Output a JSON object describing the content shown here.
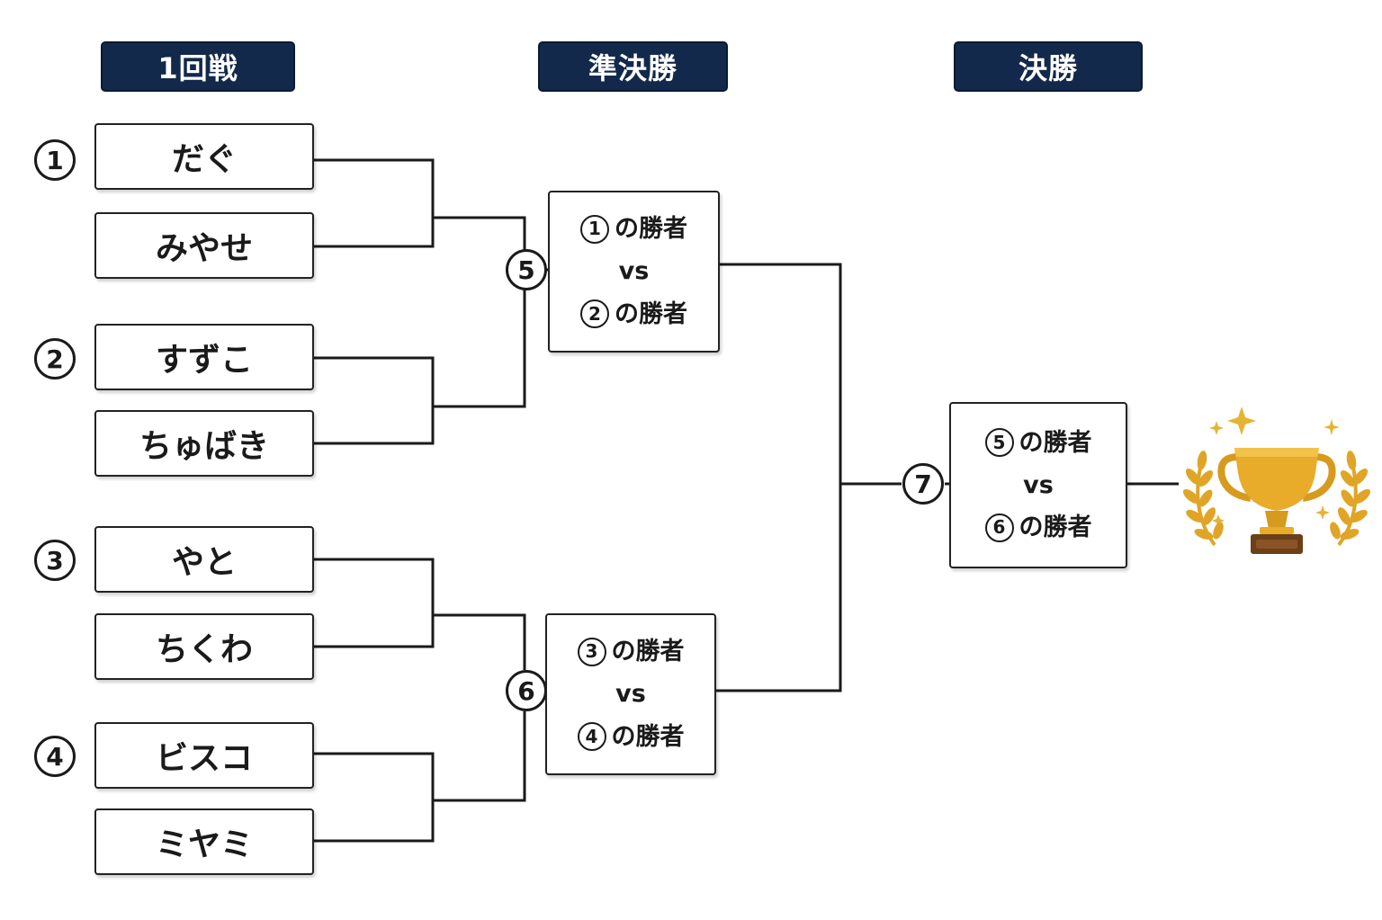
{
  "rounds": {
    "r1": "1回戦",
    "semi": "準決勝",
    "final": "決勝"
  },
  "matches": [
    {
      "num": "1",
      "players": [
        "だぐ",
        "みやせ"
      ]
    },
    {
      "num": "2",
      "players": [
        "すずこ",
        "ちゅばき"
      ]
    },
    {
      "num": "3",
      "players": [
        "やと",
        "ちくわ"
      ]
    },
    {
      "num": "4",
      "players": [
        "ビスコ",
        "ミヤミ"
      ]
    }
  ],
  "semifinals": [
    {
      "num": "5",
      "top_ref": "1",
      "bottom_ref": "2"
    },
    {
      "num": "6",
      "top_ref": "3",
      "bottom_ref": "4"
    }
  ],
  "final": {
    "num": "7",
    "top_ref": "5",
    "bottom_ref": "6"
  },
  "labels": {
    "winner_suffix": "の勝者",
    "vs": "vs"
  },
  "colors": {
    "header_bg": "#13294b",
    "trophy_gold": "#e0a526",
    "trophy_base": "#6b3f18"
  },
  "icons": {
    "trophy": "trophy-icon",
    "laurel": "laurel-icon",
    "sparkle": "sparkle-icon"
  }
}
